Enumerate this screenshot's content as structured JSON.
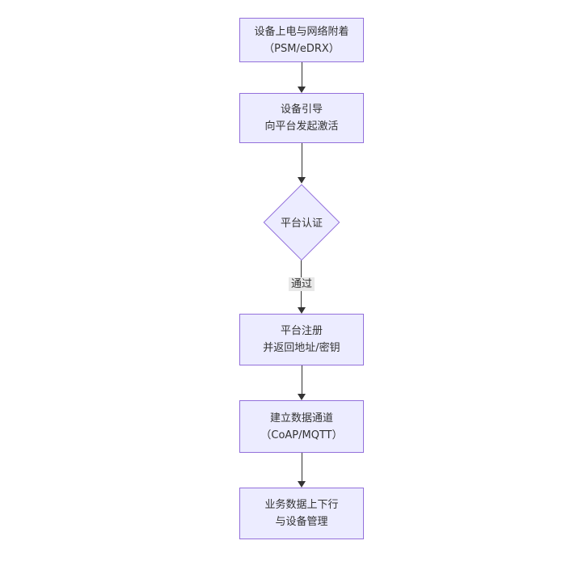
{
  "page": {
    "background": "#ffffff"
  },
  "diagram": {
    "type": "flowchart",
    "direction": "top-down",
    "colors": {
      "node_fill": "#ECECFF",
      "node_border": "#9370DB",
      "text": "#333333",
      "edge_line": "#333333",
      "edge_label_bg": "#e8e8e8"
    },
    "nodes": [
      {
        "id": "A",
        "shape": "rect",
        "lines": [
          "设备上电与网络附着",
          "（PSM/eDRX）"
        ]
      },
      {
        "id": "B",
        "shape": "rect",
        "lines": [
          "设备引导",
          "向平台发起激活"
        ]
      },
      {
        "id": "C",
        "shape": "diamond",
        "lines": [
          "平台认证"
        ]
      },
      {
        "id": "D",
        "shape": "rect",
        "lines": [
          "平台注册",
          "并返回地址/密钥"
        ]
      },
      {
        "id": "E",
        "shape": "rect",
        "lines": [
          "建立数据通道",
          "（CoAP/MQTT）"
        ]
      },
      {
        "id": "F",
        "shape": "rect",
        "lines": [
          "业务数据上下行",
          "与设备管理"
        ]
      }
    ],
    "edges": [
      {
        "from": "A",
        "to": "B",
        "label": ""
      },
      {
        "from": "B",
        "to": "C",
        "label": ""
      },
      {
        "from": "C",
        "to": "D",
        "label": "通过"
      },
      {
        "from": "D",
        "to": "E",
        "label": ""
      },
      {
        "from": "E",
        "to": "F",
        "label": ""
      }
    ]
  }
}
